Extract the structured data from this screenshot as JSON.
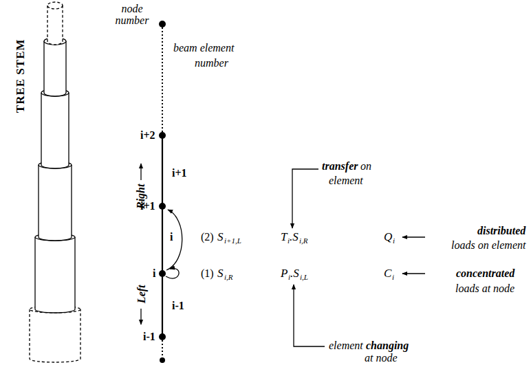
{
  "diagram": {
    "labels": [
      "TREE STEM",
      "node number",
      "beam element",
      "number",
      "i+2",
      "i+1",
      "i+1",
      "Right",
      "i",
      "(2)",
      "S",
      "i+1,L",
      "T",
      "i",
      ".S",
      "i,R",
      "Q",
      "i",
      "transfer",
      "on",
      "element",
      "distributed",
      "loads on element",
      "i",
      "(1)",
      "S",
      "i,R",
      "P",
      "i",
      ".S",
      "i,L",
      "C",
      "i",
      "concentrated",
      "loads at node",
      "Left",
      "i-1",
      "i-1",
      "element",
      "changing",
      "at node"
    ]
  }
}
